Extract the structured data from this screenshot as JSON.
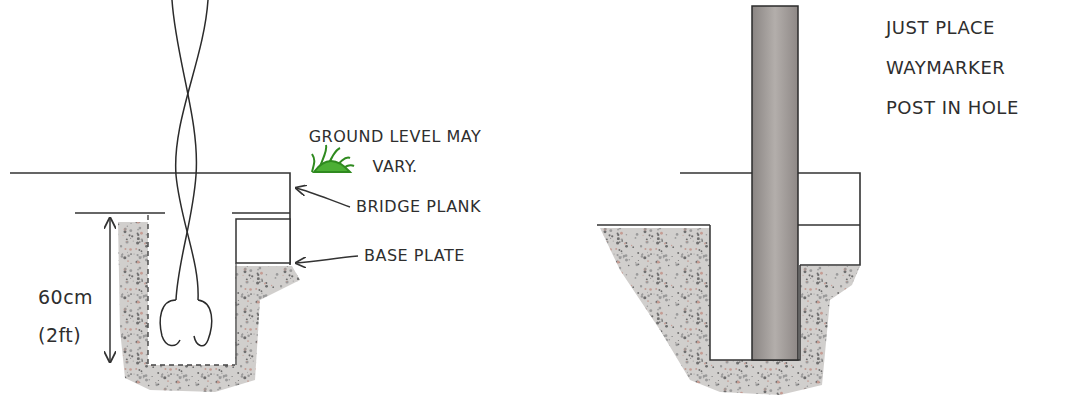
{
  "diagram": {
    "labels": [
      "GROUND LEVEL MAY VARY.",
      "BRIDGE PLANK",
      "BASE PLATE",
      "60cm (2ft)",
      "JUST PLACE WAYMARKER POST IN HOLE"
    ]
  }
}
